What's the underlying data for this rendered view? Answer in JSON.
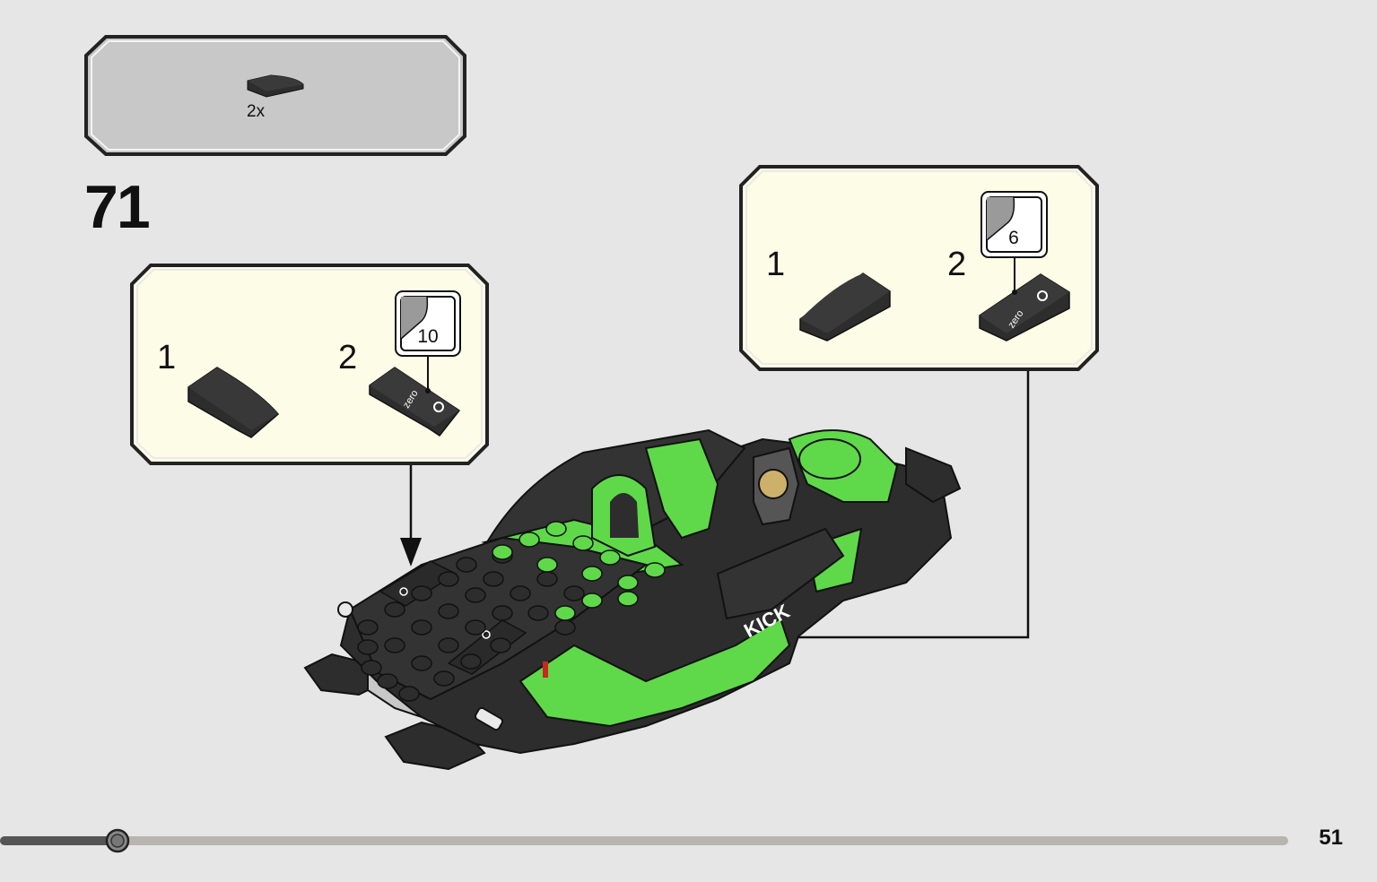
{
  "parts_list": {
    "quantity": "2x",
    "part_icon": "curved-slope-1x2-dark-icon"
  },
  "step": {
    "number": "71"
  },
  "callout_left": {
    "step1_label": "1",
    "step2_label": "2",
    "sticker_number": "10",
    "sticker_text": "zero"
  },
  "callout_right": {
    "step1_label": "1",
    "step2_label": "2",
    "sticker_number": "6",
    "sticker_text": "zero"
  },
  "model": {
    "decal_text": "KICK"
  },
  "progress": {
    "fraction": 0.09
  },
  "page": {
    "number": "51"
  },
  "colors": {
    "background": "#e6e6e6",
    "callout_bg": "#fdfce6",
    "parts_bg": "#c8c8c8",
    "brick_dark": "#2d2d2d",
    "brick_green": "#5fd94a"
  }
}
